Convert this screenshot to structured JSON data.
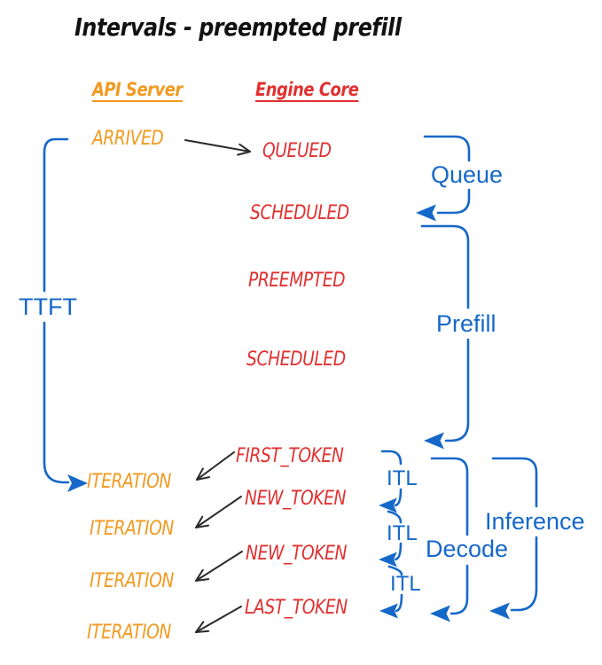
{
  "title": "Intervals - preempted prefill",
  "colors": {
    "orange": "#F2991F",
    "red": "#E03131",
    "blue": "#1668C8",
    "black": "#1E1E1E"
  },
  "columns": {
    "api_server": "API Server",
    "engine_core": "Engine Core"
  },
  "api_events": {
    "arrived": "ARRIVED",
    "iteration1": "ITERATION",
    "iteration2": "ITERATION",
    "iteration3": "ITERATION",
    "iteration4": "ITERATION"
  },
  "engine_events": {
    "queued": "QUEUED",
    "scheduled1": "SCHEDULED",
    "preempted": "PREEMPTED",
    "scheduled2": "SCHEDULED",
    "first_token": "FIRST_TOKEN",
    "new_token1": "NEW_TOKEN",
    "new_token2": "NEW_TOKEN",
    "last_token": "LAST_TOKEN"
  },
  "intervals": {
    "ttft": "TTFT",
    "queue": "Queue",
    "prefill": "Prefill",
    "itl1": "ITL",
    "itl2": "ITL",
    "itl3": "ITL",
    "decode": "Decode",
    "inference": "Inference"
  }
}
